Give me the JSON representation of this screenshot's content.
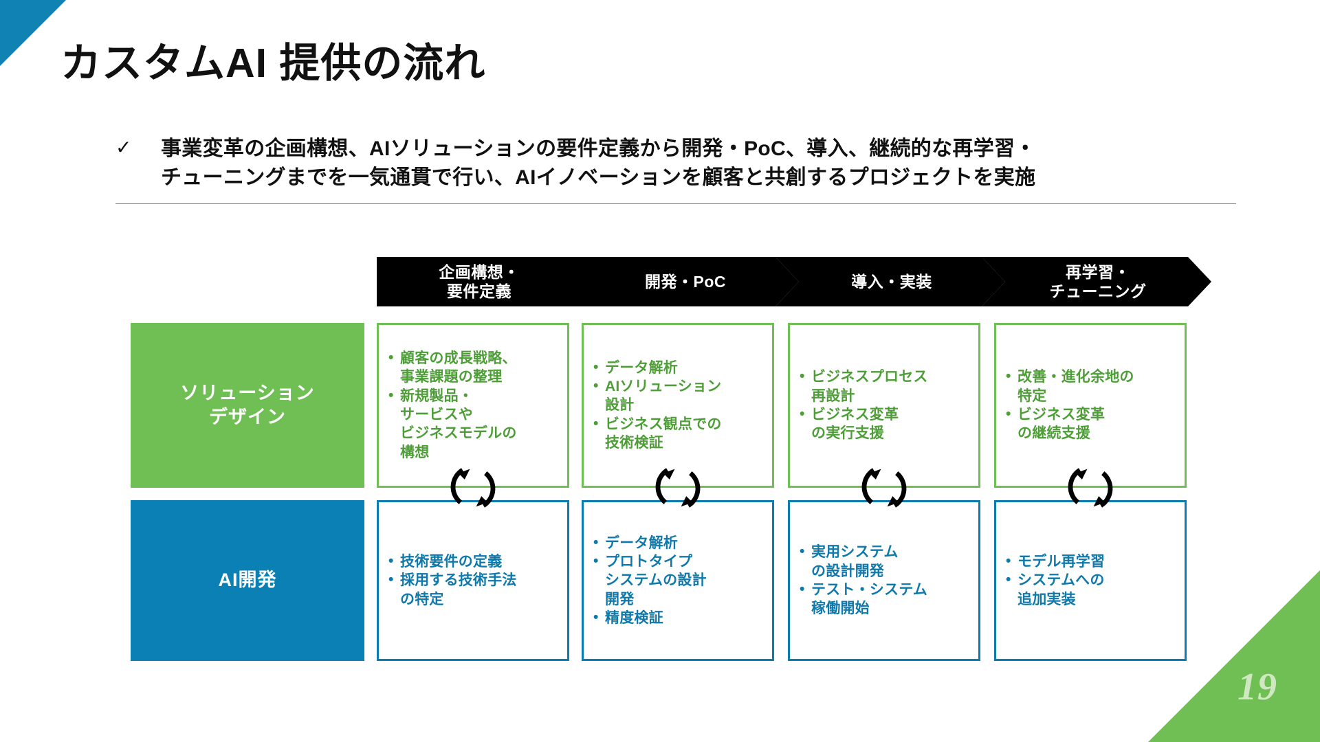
{
  "slide": {
    "title": "カスタムAI 提供の流れ",
    "page_number": "19",
    "accent_blue": "#0a80b4",
    "accent_green": "#70bf54",
    "header_black": "#000000"
  },
  "lead": {
    "check_icon": "check-mark",
    "check_glyph": "✓",
    "text": "事業変革の企画構想、AIソリューションの要件定義から開発・PoC、導入、継続的な再学習・\nチューニングまでを一気通貫で行い、AIイノベーションを顧客と共創するプロジェクトを実施"
  },
  "diagram": {
    "phases": [
      {
        "label": "企画構想・\n要件定義"
      },
      {
        "label": "開発・PoC"
      },
      {
        "label": "導入・実装"
      },
      {
        "label": "再学習・\nチューニング"
      }
    ],
    "rows": [
      {
        "label": "ソリューション\nデザイン",
        "color": "#70bf54",
        "cells": [
          {
            "items": [
              "顧客の成長戦略、\n事業課題の整理",
              "新規製品・\nサービスや\nビジネスモデルの\n構想"
            ]
          },
          {
            "items": [
              "データ解析",
              "AIソリューション\n設計",
              "ビジネス観点での\n技術検証"
            ]
          },
          {
            "items": [
              "ビジネスプロセス\n再設計",
              "ビジネス変革\nの実行支援"
            ]
          },
          {
            "items": [
              "改善・進化余地の\n特定",
              "ビジネス変革\nの継続支援"
            ]
          }
        ]
      },
      {
        "label": "AI開発",
        "color": "#0a80b4",
        "cells": [
          {
            "items": [
              "技術要件の定義",
              "採用する技術手法\nの特定"
            ]
          },
          {
            "items": [
              "データ解析",
              "プロトタイプ\nシステムの設計\n開発",
              "精度検証"
            ]
          },
          {
            "items": [
              "実用システム\nの設計開発",
              "テスト・システム\n稼働開始"
            ]
          },
          {
            "items": [
              "モデル再学習",
              "システムへの\n追加実装"
            ]
          }
        ]
      }
    ],
    "cycle_icon_name": "cycle-arrows-icon",
    "cycle_icon_count": 4
  }
}
